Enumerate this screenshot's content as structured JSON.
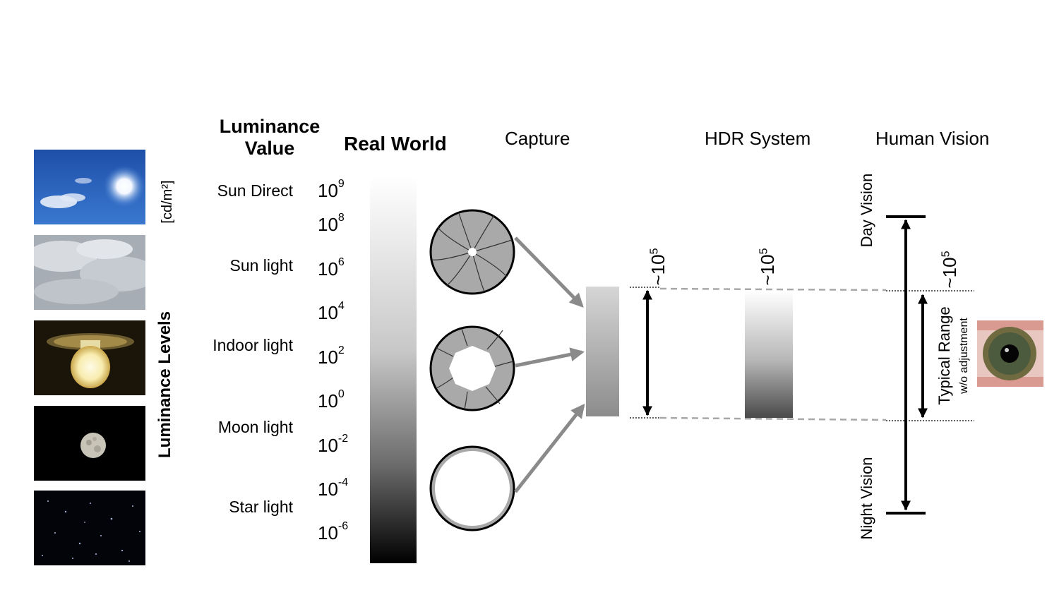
{
  "headers": {
    "luminance_value": [
      "Luminance",
      "Value"
    ],
    "real_world": "Real World",
    "capture": "Capture",
    "hdr_system": "HDR System",
    "human_vision": "Human Vision"
  },
  "unit_label": "[cd/m²]",
  "side_label": "Luminance Levels",
  "sources": [
    "Sun Direct",
    "Sun light",
    "Indoor light",
    "Moon light",
    "Star light"
  ],
  "scale": [
    {
      "base": "10",
      "exp": "9"
    },
    {
      "base": "10",
      "exp": "8"
    },
    {
      "base": "10",
      "exp": "6"
    },
    {
      "base": "10",
      "exp": "4"
    },
    {
      "base": "10",
      "exp": "2"
    },
    {
      "base": "10",
      "exp": "0"
    },
    {
      "base": "10",
      "exp": "-2"
    },
    {
      "base": "10",
      "exp": "-4"
    },
    {
      "base": "10",
      "exp": "-6"
    }
  ],
  "range_label": {
    "base": "~10",
    "exp": "5"
  },
  "vision": {
    "day": "Day Vision",
    "night": "Night Vision",
    "typical": "Typical Range",
    "typical_sub": "w/o adjustment"
  },
  "thumbnails": [
    "sun-sky",
    "overcast-clouds",
    "light-bulb",
    "full-moon",
    "starry-sky"
  ],
  "colors": {
    "arrow_gray": "#8a8a8a",
    "dashed_gray": "#a8a8a8",
    "black": "#000000"
  }
}
